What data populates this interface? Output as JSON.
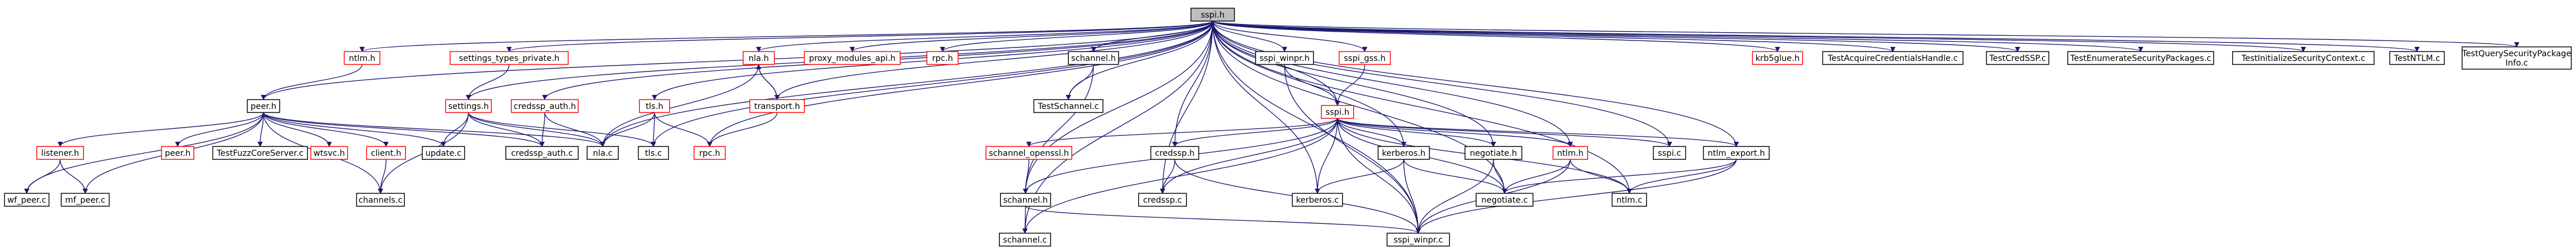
{
  "nodes": {
    "sspi_h": {
      "label": "sspi.h",
      "style": "root"
    },
    "ntlm_h": {
      "label": "ntlm.h",
      "style": "red"
    },
    "settings_types_private_h": {
      "label": "settings_types_private.h",
      "style": "red"
    },
    "nla_h": {
      "label": "nla.h",
      "style": "red"
    },
    "proxy_modules_api_h": {
      "label": "proxy_modules_api.h",
      "style": "red"
    },
    "rpc_h": {
      "label": "rpc.h",
      "style": "red"
    },
    "schannel_h": {
      "label": "schannel.h",
      "style": "black"
    },
    "sspi_winpr_h": {
      "label": "sspi_winpr.h",
      "style": "black"
    },
    "sspi_gss_h": {
      "label": "sspi_gss.h",
      "style": "red"
    },
    "krb5glue_h": {
      "label": "krb5glue.h",
      "style": "red"
    },
    "TestAcquireCredentialsHandle_c": {
      "label": "TestAcquireCredentialsHandle.c",
      "style": "black"
    },
    "TestCredSSP_c": {
      "label": "TestCredSSP.c",
      "style": "black"
    },
    "TestEnumerateSecurityPackages_c": {
      "label": "TestEnumerateSecurityPackages.c",
      "style": "black"
    },
    "TestInitializeSecurityContext_c": {
      "label": "TestInitializeSecurityContext.c",
      "style": "black"
    },
    "TestNTLM_c": {
      "label": "TestNTLM.c",
      "style": "black"
    },
    "TestQuerySecurityPackageInfo_c": {
      "label": "TestQuerySecurityPackage\nInfo.c",
      "style": "black"
    },
    "peer_h": {
      "label": "peer.h",
      "style": "black"
    },
    "settings_h": {
      "label": "settings.h",
      "style": "red"
    },
    "credssp_auth_h": {
      "label": "credssp_auth.h",
      "style": "red"
    },
    "tls_h": {
      "label": "tls.h",
      "style": "red"
    },
    "transport_h": {
      "label": "transport.h",
      "style": "red"
    },
    "TestSchannel_c": {
      "label": "TestSchannel.c",
      "style": "black"
    },
    "sspi_h2": {
      "label": "sspi.h",
      "style": "red"
    },
    "listener_h": {
      "label": "listener.h",
      "style": "red"
    },
    "peer_c": {
      "label": "peer.h",
      "style": "red"
    },
    "TestFuzzCoreServer_c": {
      "label": "TestFuzzCoreServer.c",
      "style": "black"
    },
    "wtsvc_h": {
      "label": "wtsvc.h",
      "style": "red"
    },
    "client_h": {
      "label": "client.h",
      "style": "red"
    },
    "update_c": {
      "label": "update.c",
      "style": "black"
    },
    "credssp_auth_c": {
      "label": "credssp_auth.c",
      "style": "black"
    },
    "nla_c": {
      "label": "nla.c",
      "style": "black"
    },
    "tls_c": {
      "label": "tls.c",
      "style": "black"
    },
    "rpc_c": {
      "label": "rpc.h",
      "style": "red"
    },
    "schannel_openssl_h": {
      "label": "schannel_openssl.h",
      "style": "red"
    },
    "credssp_h": {
      "label": "credssp.h",
      "style": "black"
    },
    "kerberos_h": {
      "label": "kerberos.h",
      "style": "black"
    },
    "negotiate_h": {
      "label": "negotiate.h",
      "style": "black"
    },
    "ntlm_h2": {
      "label": "ntlm.h",
      "style": "red"
    },
    "sspi_c": {
      "label": "sspi.c",
      "style": "black"
    },
    "ntlm_export_h": {
      "label": "ntlm_export.h",
      "style": "black"
    },
    "wf_peer_c": {
      "label": "wf_peer.c",
      "style": "black"
    },
    "mf_peer_c": {
      "label": "mf_peer.c",
      "style": "black"
    },
    "channels_c": {
      "label": "channels.c",
      "style": "black"
    },
    "schannel_h2": {
      "label": "schannel.h",
      "style": "black"
    },
    "credssp_c": {
      "label": "credssp.c",
      "style": "black"
    },
    "kerberos_c": {
      "label": "kerberos.c",
      "style": "black"
    },
    "negotiate_c": {
      "label": "negotiate.c",
      "style": "black"
    },
    "ntlm_c": {
      "label": "ntlm.c",
      "style": "black"
    },
    "schannel_c": {
      "label": "schannel.c",
      "style": "black"
    },
    "sspi_winpr_c": {
      "label": "sspi_winpr.c",
      "style": "black"
    }
  },
  "edges": [
    [
      "sspi_h",
      "ntlm_h"
    ],
    [
      "sspi_h",
      "settings_types_private_h"
    ],
    [
      "sspi_h",
      "nla_h"
    ],
    [
      "sspi_h",
      "proxy_modules_api_h"
    ],
    [
      "sspi_h",
      "rpc_h"
    ],
    [
      "sspi_h",
      "schannel_h"
    ],
    [
      "sspi_h",
      "sspi_winpr_h"
    ],
    [
      "sspi_h",
      "sspi_gss_h"
    ],
    [
      "sspi_h",
      "krb5glue_h"
    ],
    [
      "sspi_h",
      "TestAcquireCredentialsHandle_c"
    ],
    [
      "sspi_h",
      "TestCredSSP_c"
    ],
    [
      "sspi_h",
      "TestEnumerateSecurityPackages_c"
    ],
    [
      "sspi_h",
      "TestInitializeSecurityContext_c"
    ],
    [
      "sspi_h",
      "TestNTLM_c"
    ],
    [
      "sspi_h",
      "TestQuerySecurityPackageInfo_c"
    ],
    [
      "sspi_h",
      "peer_h"
    ],
    [
      "sspi_h",
      "settings_h"
    ],
    [
      "sspi_h",
      "credssp_auth_h"
    ],
    [
      "sspi_h",
      "tls_h"
    ],
    [
      "sspi_h",
      "transport_h"
    ],
    [
      "sspi_h",
      "TestSchannel_c"
    ],
    [
      "sspi_h",
      "sspi_h2"
    ],
    [
      "sspi_h",
      "nla_c"
    ],
    [
      "sspi_h",
      "tls_c"
    ],
    [
      "sspi_h",
      "rpc_c"
    ],
    [
      "sspi_h",
      "credssp_h"
    ],
    [
      "sspi_h",
      "kerberos_h"
    ],
    [
      "sspi_h",
      "negotiate_h"
    ],
    [
      "sspi_h",
      "ntlm_h2"
    ],
    [
      "sspi_h",
      "sspi_c"
    ],
    [
      "sspi_h",
      "ntlm_export_h"
    ],
    [
      "sspi_h",
      "schannel_h2"
    ],
    [
      "sspi_h",
      "credssp_c"
    ],
    [
      "sspi_h",
      "kerberos_c"
    ],
    [
      "sspi_h",
      "negotiate_c"
    ],
    [
      "sspi_h",
      "ntlm_c"
    ],
    [
      "sspi_h",
      "schannel_c"
    ],
    [
      "sspi_h",
      "sspi_winpr_c"
    ],
    [
      "ntlm_h",
      "peer_h"
    ],
    [
      "settings_types_private_h",
      "settings_h"
    ],
    [
      "nla_h",
      "nla_c"
    ],
    [
      "nla_h",
      "transport_h"
    ],
    [
      "transport_h",
      "nla_h"
    ],
    [
      "transport_h",
      "rpc_c"
    ],
    [
      "schannel_h",
      "TestSchannel_c"
    ],
    [
      "schannel_h",
      "schannel_h2"
    ],
    [
      "sspi_winpr_h",
      "sspi_h2"
    ],
    [
      "sspi_winpr_h",
      "sspi_winpr_c"
    ],
    [
      "sspi_gss_h",
      "sspi_h2"
    ],
    [
      "peer_h",
      "listener_h"
    ],
    [
      "peer_h",
      "peer_c"
    ],
    [
      "peer_h",
      "TestFuzzCoreServer_c"
    ],
    [
      "peer_h",
      "wtsvc_h"
    ],
    [
      "peer_h",
      "client_h"
    ],
    [
      "peer_h",
      "update_c"
    ],
    [
      "peer_h",
      "credssp_auth_c"
    ],
    [
      "peer_h",
      "nla_c"
    ],
    [
      "peer_h",
      "wf_peer_c"
    ],
    [
      "peer_h",
      "mf_peer_c"
    ],
    [
      "peer_h",
      "channels_c"
    ],
    [
      "listener_h",
      "wf_peer_c"
    ],
    [
      "listener_h",
      "mf_peer_c"
    ],
    [
      "client_h",
      "channels_c"
    ],
    [
      "settings_h",
      "update_c"
    ],
    [
      "settings_h",
      "credssp_auth_c"
    ],
    [
      "settings_h",
      "nla_c"
    ],
    [
      "settings_h",
      "tls_c"
    ],
    [
      "settings_h",
      "channels_c"
    ],
    [
      "credssp_auth_h",
      "credssp_auth_c"
    ],
    [
      "credssp_auth_h",
      "nla_c"
    ],
    [
      "tls_h",
      "nla_c"
    ],
    [
      "tls_h",
      "tls_c"
    ],
    [
      "tls_h",
      "rpc_c"
    ],
    [
      "sspi_h2",
      "schannel_openssl_h"
    ],
    [
      "sspi_h2",
      "credssp_h"
    ],
    [
      "sspi_h2",
      "kerberos_h"
    ],
    [
      "sspi_h2",
      "negotiate_h"
    ],
    [
      "sspi_h2",
      "ntlm_h2"
    ],
    [
      "sspi_h2",
      "sspi_c"
    ],
    [
      "sspi_h2",
      "ntlm_export_h"
    ],
    [
      "sspi_h2",
      "schannel_h2"
    ],
    [
      "sspi_h2",
      "credssp_c"
    ],
    [
      "sspi_h2",
      "kerberos_c"
    ],
    [
      "sspi_h2",
      "negotiate_c"
    ],
    [
      "sspi_h2",
      "ntlm_c"
    ],
    [
      "sspi_h2",
      "schannel_c"
    ],
    [
      "sspi_h2",
      "sspi_winpr_c"
    ],
    [
      "schannel_openssl_h",
      "schannel_h2"
    ],
    [
      "credssp_h",
      "credssp_c"
    ],
    [
      "credssp_h",
      "sspi_winpr_c"
    ],
    [
      "kerberos_h",
      "kerberos_c"
    ],
    [
      "kerberos_h",
      "negotiate_c"
    ],
    [
      "kerberos_h",
      "sspi_winpr_c"
    ],
    [
      "negotiate_h",
      "negotiate_c"
    ],
    [
      "negotiate_h",
      "sspi_winpr_c"
    ],
    [
      "ntlm_h2",
      "negotiate_c"
    ],
    [
      "ntlm_h2",
      "ntlm_c"
    ],
    [
      "ntlm_h2",
      "sspi_winpr_c"
    ],
    [
      "ntlm_export_h",
      "negotiate_c"
    ],
    [
      "ntlm_export_h",
      "ntlm_c"
    ],
    [
      "ntlm_export_h",
      "sspi_winpr_c"
    ],
    [
      "schannel_h2",
      "schannel_c"
    ],
    [
      "schannel_h2",
      "sspi_winpr_c"
    ]
  ]
}
